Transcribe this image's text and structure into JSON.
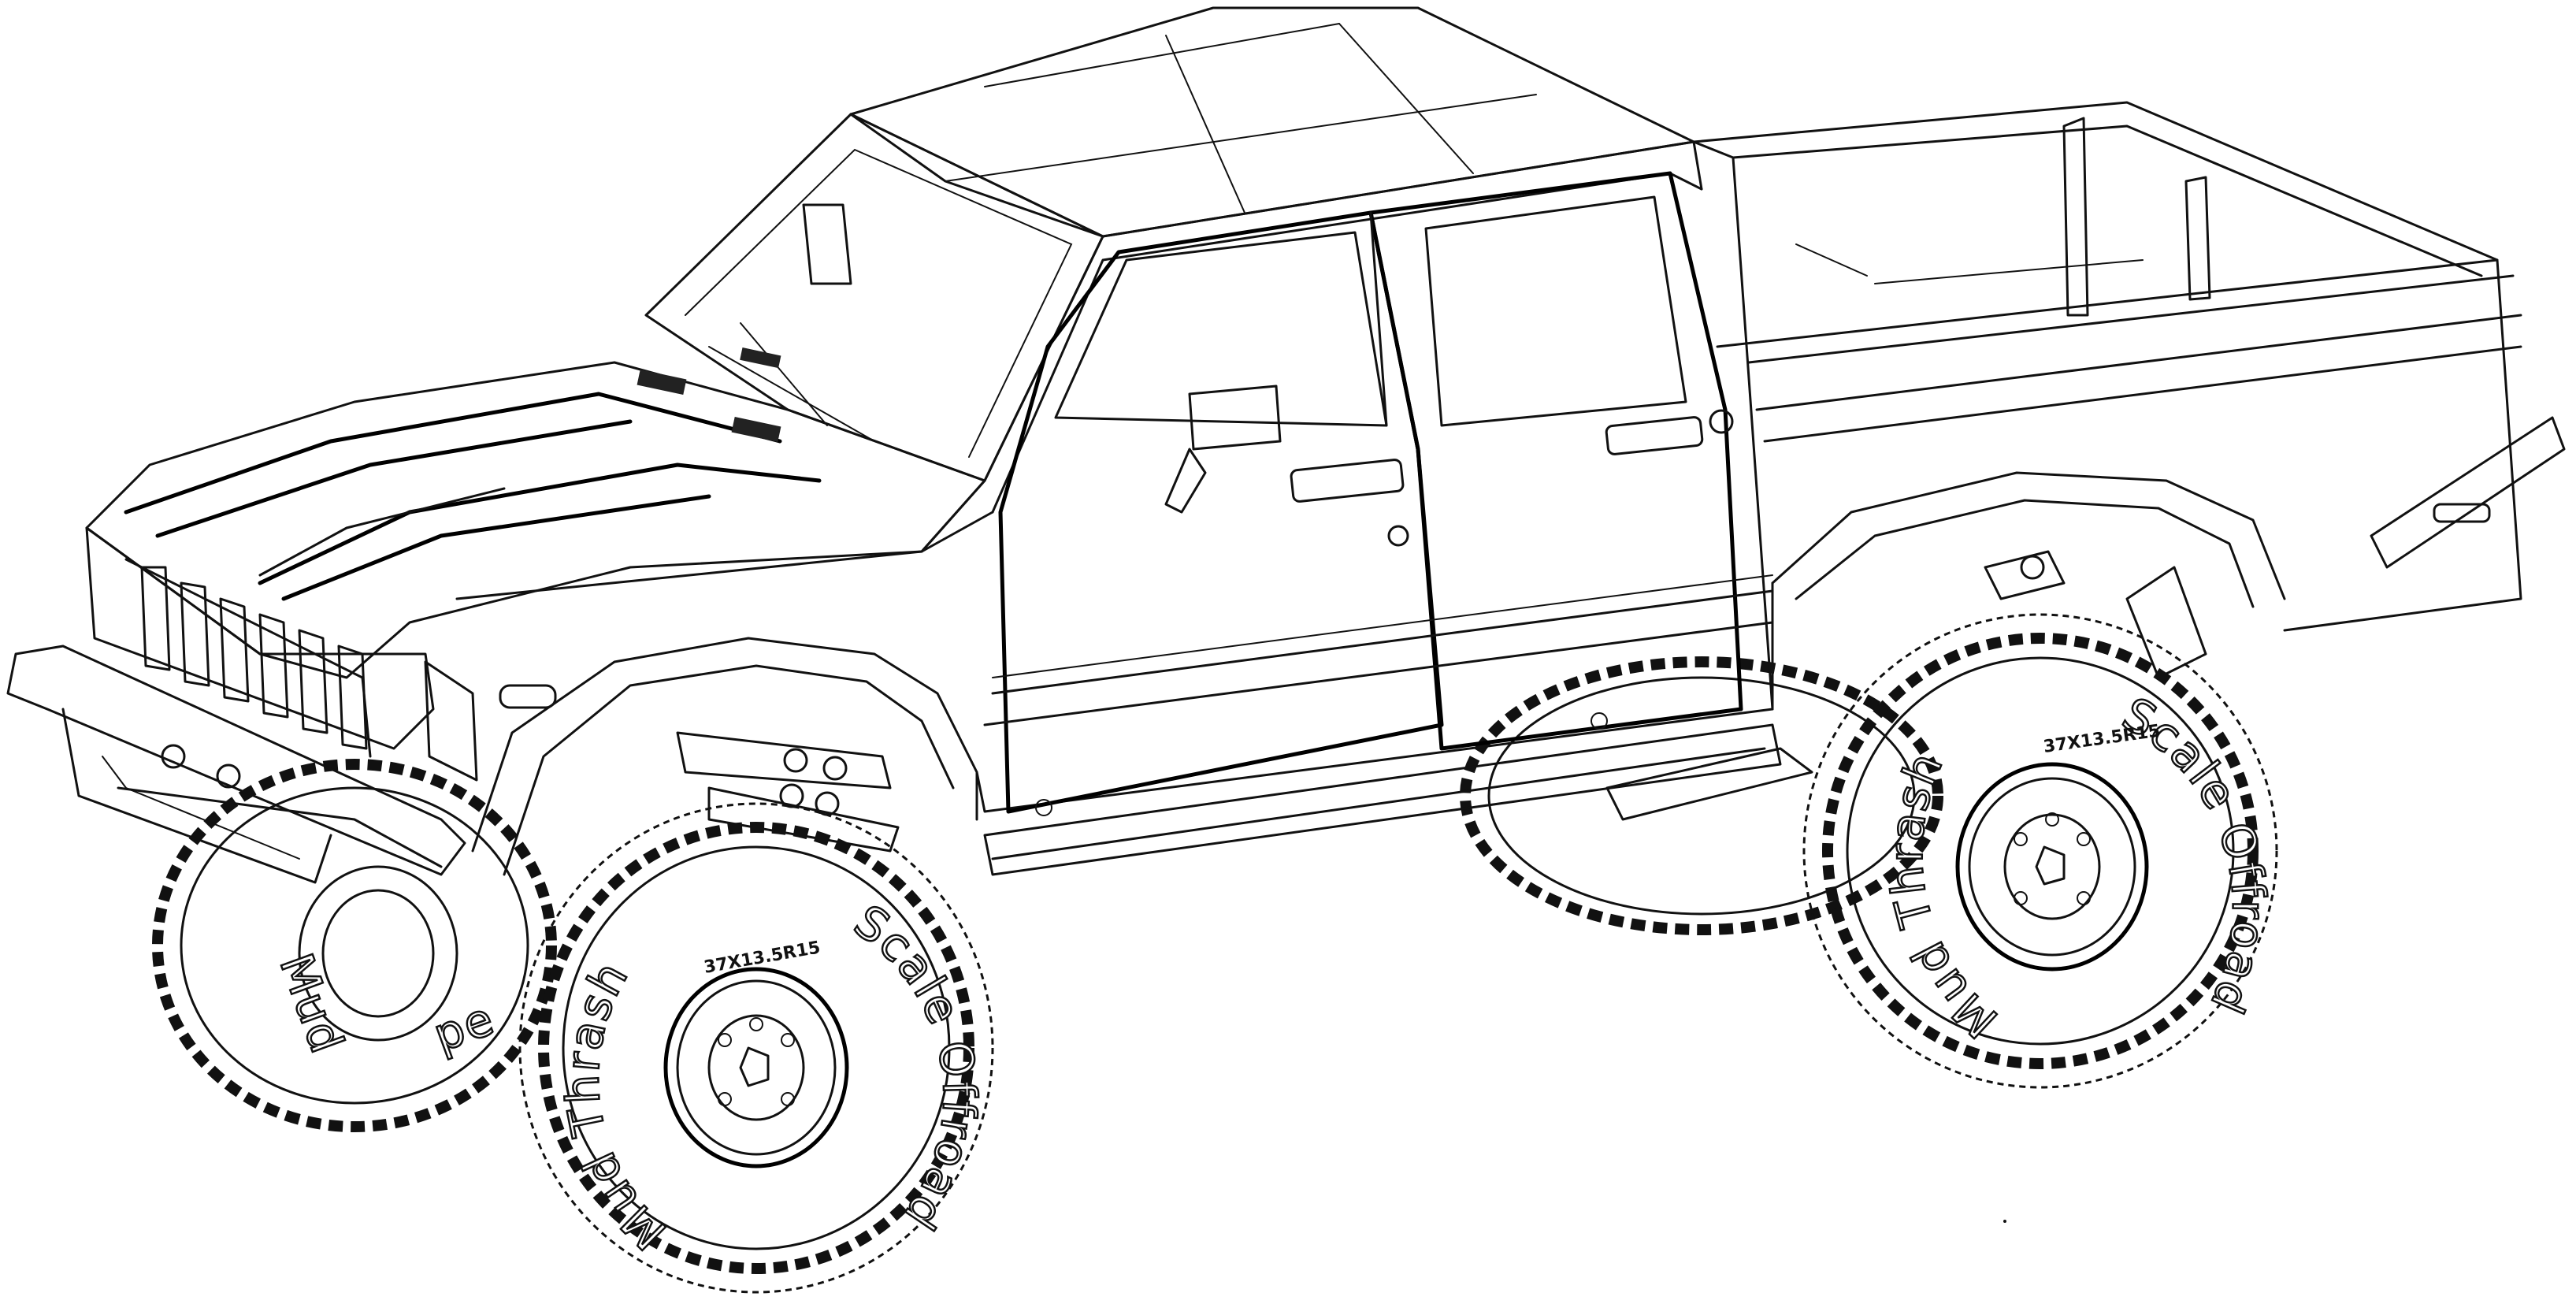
{
  "tires": {
    "front": {
      "brand": "Mud Thrashers",
      "maker": "Scale Offroad",
      "size": "37X13.5R15"
    },
    "rear": {
      "brand": "Mud Thrashers",
      "maker": "Scale Offroad",
      "size": "37X13.5R15"
    },
    "front_far": {
      "maker_fragment": "pe",
      "brand_fragment": "Mud"
    }
  }
}
